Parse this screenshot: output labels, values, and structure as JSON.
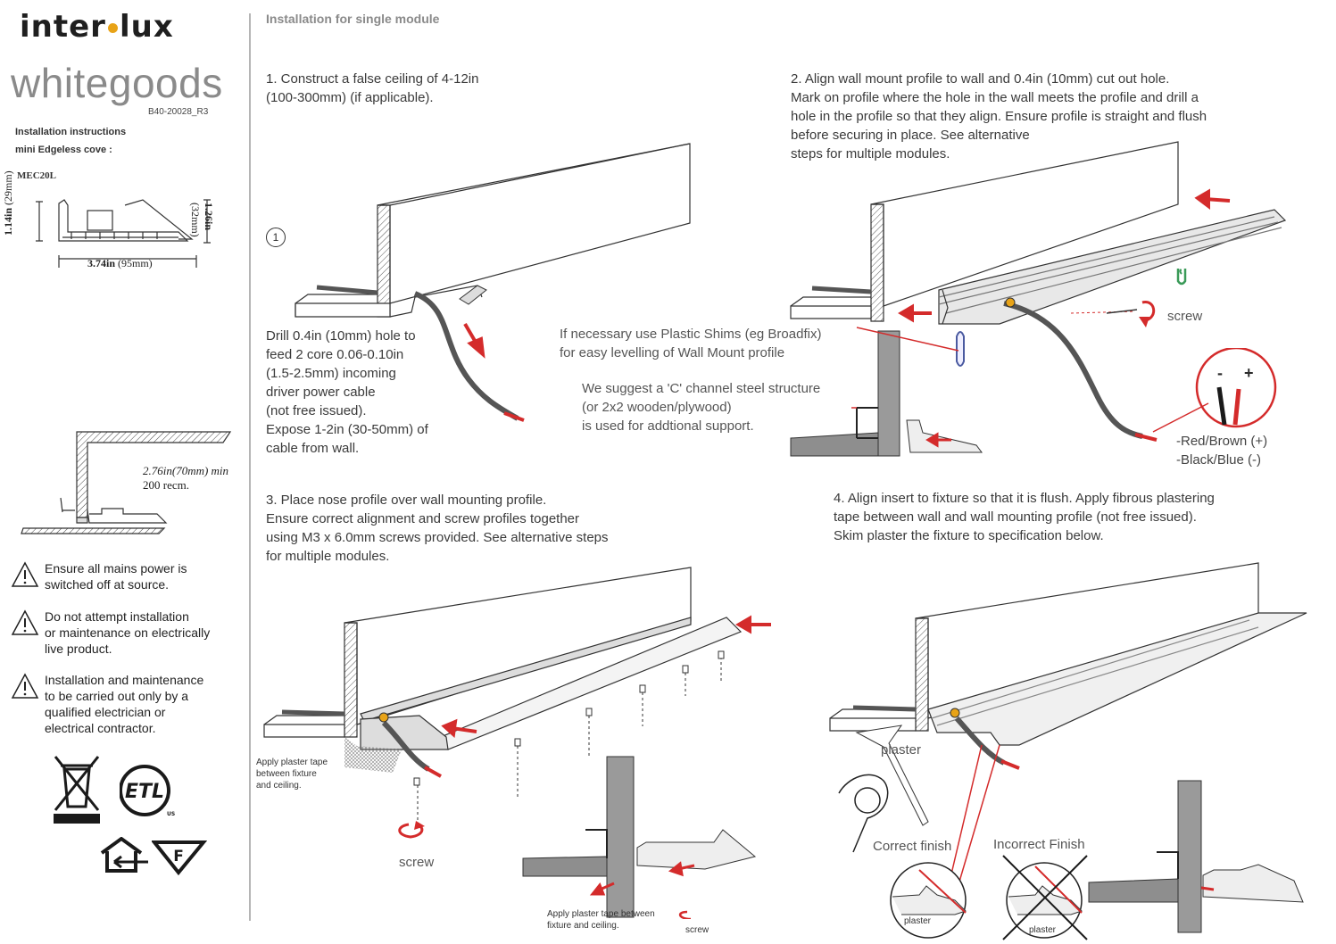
{
  "header": {
    "logo_left": "inter",
    "logo_right": "lux",
    "brand": "whitegoods",
    "doc_id": "B40-20028_R3",
    "instructions_line1": "Installation instructions",
    "instructions_line2": "mini Edgeless cove :",
    "model": "MEC20L",
    "page_heading": "Installation for single module"
  },
  "colors": {
    "accent": "#e8a317",
    "arrow": "#d42b2b",
    "text": "#2b2b2b",
    "gray_text": "#8a8a8a"
  },
  "profile_dims": {
    "height_left": "1.14in",
    "height_left_mm": "(29mm)",
    "height_right": "1.26in",
    "height_right_mm": "(32mm)",
    "width": "3.74in",
    "width_mm": "(95mm)"
  },
  "ceiling_dims": {
    "line1": "2.76in(70mm) min",
    "line2": "200 recm."
  },
  "warnings": [
    {
      "line1": "Ensure all mains power is",
      "line2": "switched off at source.",
      "line3": "",
      "line4": ""
    },
    {
      "line1": "Do not attempt installation",
      "line2": "or maintenance on electrically",
      "line3": "live product.",
      "line4": ""
    },
    {
      "line1": "Installation and maintenance",
      "line2": "to be carried out only by a",
      "line3": "qualified electrician or",
      "line4": "electrical contractor."
    }
  ],
  "cert_label": "US",
  "step_number": "1",
  "steps": {
    "s1": {
      "line1": "1. Construct a false ceiling of 4-12in",
      "line2": "(100-300mm) (if applicable)."
    },
    "drill": {
      "line1": "Drill 0.4in (10mm) hole to",
      "line2": "feed 2 core 0.06-0.10in",
      "line3": "(1.5-2.5mm) incoming",
      "line4": "driver power cable",
      "line5": "(not free issued).",
      "line6": "Expose 1-2in (30-50mm) of",
      "line7": "cable from wall."
    },
    "s2": {
      "line1": "2. Align wall mount profile  to wall and 0.4in (10mm) cut out hole.",
      "line2": "Mark on profile where the hole in the wall meets the profile and drill a",
      "line3": "hole in the profile so that they align. Ensure profile is straight and flush",
      "line4": "before securing in place. See alternative",
      "line5": "steps for multiple modules."
    },
    "shims": {
      "line1": "If necessary use Plastic Shims (eg Broadfix)",
      "line2": "for easy levelling of Wall Mount profile"
    },
    "channel": {
      "line1": "We suggest a 'C' channel steel structure",
      "line2": "(or 2x2 wooden/plywood)",
      "line3": "is used for addtional support."
    },
    "screw_label": "screw",
    "polarity": {
      "minus": "-",
      "plus": "+",
      "red": "-Red/Brown  (+)",
      "black": "-Black/Blue (-)"
    },
    "s3": {
      "line1": "3. Place nose profile over wall mounting profile.",
      "line2": "Ensure correct alignment and screw profiles together",
      "line3": "using M3 x 6.0mm screws provided. See alternative steps",
      "line4": "for multiple modules."
    },
    "tape1": {
      "line1": "Apply plaster tape",
      "line2": "between fixture",
      "line3": "and ceiling."
    },
    "tape2": {
      "line1": "Apply plaster tape between",
      "line2": "fixture and ceiling."
    },
    "s4": {
      "line1": "4. Align insert to fixture so that it is flush. Apply fibrous plastering",
      "line2": "tape  between wall and wall mounting profile (not free issued).",
      "line3": "Skim plaster the fixture to specification below."
    },
    "plaster": "plaster",
    "correct": "Correct finish",
    "incorrect": "Incorrect Finish"
  }
}
